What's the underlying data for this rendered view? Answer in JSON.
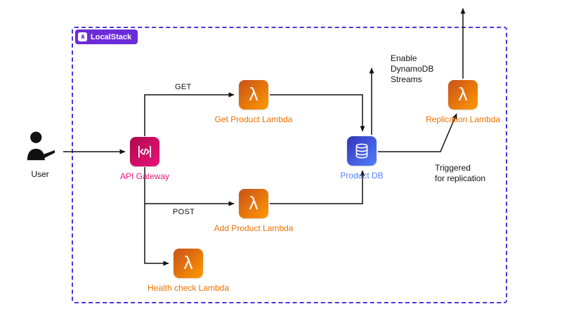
{
  "localstack": {
    "label": "LocalStack",
    "badge_color": "#6C2BD9",
    "border_color": "#4538DE"
  },
  "icons": {
    "lambda_glyph": "λ"
  },
  "nodes": {
    "user": {
      "label": "User",
      "label_color": "#111111"
    },
    "api_gateway": {
      "label": "API Gateway",
      "label_color": "#E7157B"
    },
    "get_product_lambda": {
      "label": "Get Product Lambda",
      "label_color": "#ED7100"
    },
    "add_product_lambda": {
      "label": "Add Product Lambda",
      "label_color": "#ED7100"
    },
    "health_check_lambda": {
      "label": "Health check Lambda",
      "label_color": "#ED7100"
    },
    "product_db": {
      "label": "Product DB",
      "label_color": "#527FFF"
    },
    "replication_lambda": {
      "label": "Replication Lambda",
      "label_color": "#ED7100"
    }
  },
  "edge_labels": {
    "get": "GET",
    "post": "POST",
    "enable_streams": [
      "Enable",
      "DynamoDB",
      "Streams"
    ],
    "triggered": [
      "Triggered",
      "for replication"
    ]
  }
}
